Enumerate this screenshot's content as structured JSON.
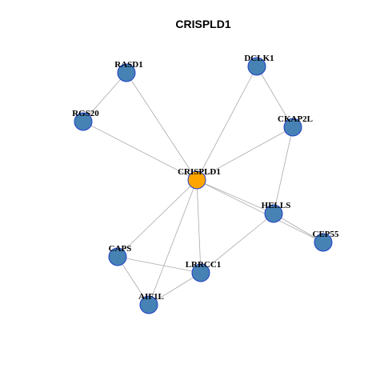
{
  "graph": {
    "title": "CRISPLD1",
    "colors": {
      "center_fill": "#FFA500",
      "node_fill": "#4682B4",
      "node_stroke": "#1F3FC9",
      "edge": "#AAAAAA"
    },
    "nodes": [
      {
        "id": "CRISPLD1",
        "label": "CRISPLD1",
        "role": "center"
      },
      {
        "id": "RASD1",
        "label": "RASD1",
        "role": "neighbor"
      },
      {
        "id": "DCLK1",
        "label": "DCLK1",
        "role": "neighbor"
      },
      {
        "id": "RGS20",
        "label": "RGS20",
        "role": "neighbor"
      },
      {
        "id": "CKAP2L",
        "label": "CKAP2L",
        "role": "neighbor"
      },
      {
        "id": "HELLS",
        "label": "HELLS",
        "role": "neighbor"
      },
      {
        "id": "CEP55",
        "label": "CEP55",
        "role": "neighbor"
      },
      {
        "id": "CAPS",
        "label": "CAPS",
        "role": "neighbor"
      },
      {
        "id": "LRRCC1",
        "label": "LRRCC1",
        "role": "neighbor"
      },
      {
        "id": "AIF1L",
        "label": "AIF1L",
        "role": "neighbor"
      }
    ],
    "edges": [
      [
        "CRISPLD1",
        "RASD1"
      ],
      [
        "CRISPLD1",
        "DCLK1"
      ],
      [
        "CRISPLD1",
        "RGS20"
      ],
      [
        "CRISPLD1",
        "CKAP2L"
      ],
      [
        "CRISPLD1",
        "HELLS"
      ],
      [
        "CRISPLD1",
        "CEP55"
      ],
      [
        "CRISPLD1",
        "CAPS"
      ],
      [
        "CRISPLD1",
        "LRRCC1"
      ],
      [
        "CRISPLD1",
        "AIF1L"
      ],
      [
        "RASD1",
        "RGS20"
      ],
      [
        "DCLK1",
        "CKAP2L"
      ],
      [
        "CKAP2L",
        "HELLS"
      ],
      [
        "HELLS",
        "CEP55"
      ],
      [
        "HELLS",
        "LRRCC1"
      ],
      [
        "CAPS",
        "LRRCC1"
      ],
      [
        "CAPS",
        "AIF1L"
      ],
      [
        "LRRCC1",
        "AIF1L"
      ]
    ]
  }
}
